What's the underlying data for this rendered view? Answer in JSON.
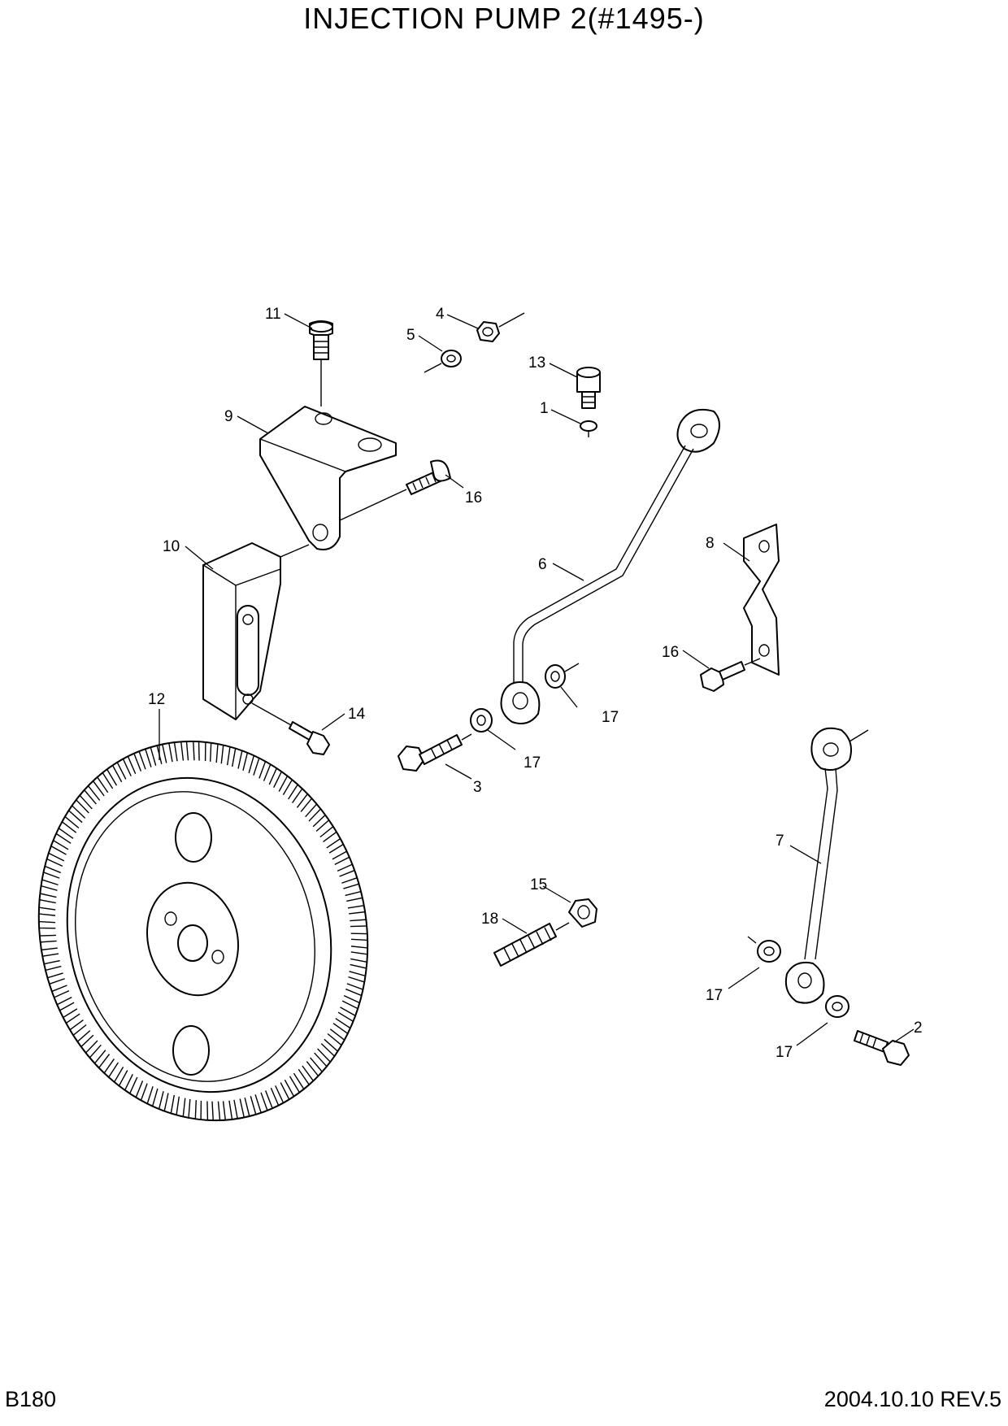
{
  "header": {
    "title": "INJECTION PUMP 2(#1495-)"
  },
  "footer": {
    "page_code": "B180",
    "revision": "2004.10.10  REV.5"
  },
  "callouts": [
    {
      "label": "11"
    },
    {
      "label": "4"
    },
    {
      "label": "5"
    },
    {
      "label": "13"
    },
    {
      "label": "1"
    },
    {
      "label": "9"
    },
    {
      "label": "16"
    },
    {
      "label": "10"
    },
    {
      "label": "6"
    },
    {
      "label": "8"
    },
    {
      "label": "16"
    },
    {
      "label": "12"
    },
    {
      "label": "14"
    },
    {
      "label": "17"
    },
    {
      "label": "17"
    },
    {
      "label": "3"
    },
    {
      "label": "7"
    },
    {
      "label": "15"
    },
    {
      "label": "18"
    },
    {
      "label": "17"
    },
    {
      "label": "2"
    },
    {
      "label": "17"
    }
  ]
}
